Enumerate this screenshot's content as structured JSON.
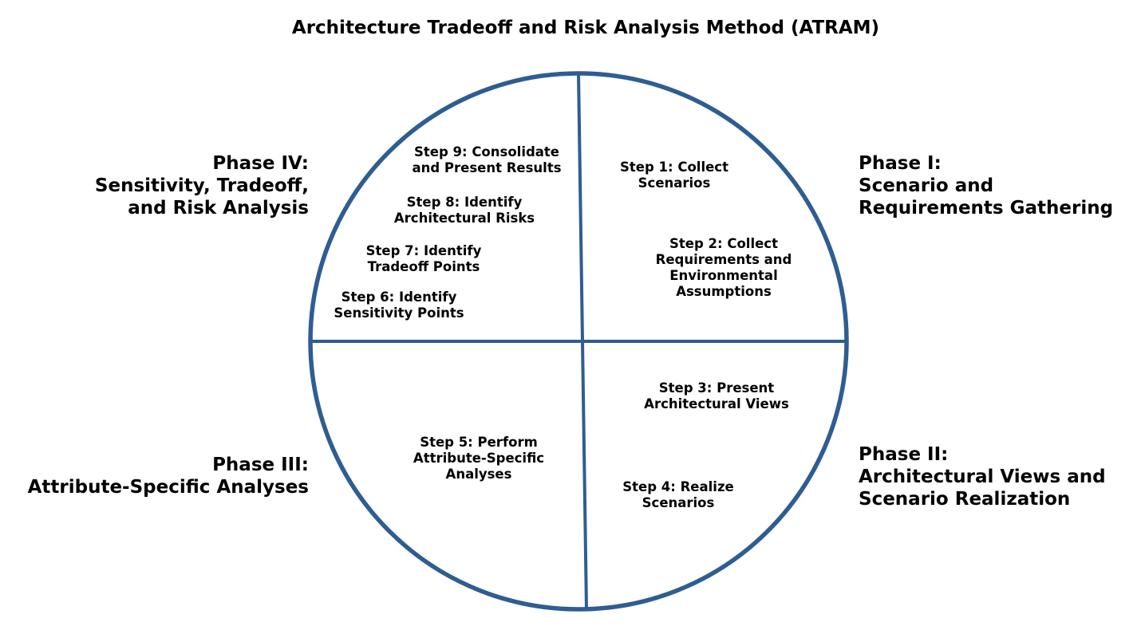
{
  "title": "Architecture Tradeoff and Risk Analysis Method (ATRAM)",
  "colors": {
    "circle_stroke": "#2e5d92",
    "text": "#000000",
    "background": "#ffffff"
  },
  "phases": [
    {
      "id": "phase-1",
      "lines": [
        "Phase I:",
        "Scenario and",
        "Requirements Gathering"
      ]
    },
    {
      "id": "phase-2",
      "lines": [
        "Phase II:",
        "Architectural Views and",
        "Scenario Realization"
      ]
    },
    {
      "id": "phase-3",
      "lines": [
        "Phase III:",
        "Attribute-Specific Analyses"
      ]
    },
    {
      "id": "phase-4",
      "lines": [
        "Phase IV:",
        "Sensitivity, Tradeoff,",
        "and Risk Analysis"
      ]
    }
  ],
  "steps": [
    {
      "id": "step-1",
      "lines": [
        "Step 1: Collect",
        "Scenarios"
      ]
    },
    {
      "id": "step-2",
      "lines": [
        "Step 2: Collect",
        "Requirements and",
        "Environmental",
        "Assumptions"
      ]
    },
    {
      "id": "step-3",
      "lines": [
        "Step 3: Present",
        "Architectural Views"
      ]
    },
    {
      "id": "step-4",
      "lines": [
        "Step 4: Realize",
        "Scenarios"
      ]
    },
    {
      "id": "step-5",
      "lines": [
        "Step 5: Perform",
        "Attribute-Specific",
        "Analyses"
      ]
    },
    {
      "id": "step-6",
      "lines": [
        "Step 6: Identify",
        "Sensitivity Points"
      ]
    },
    {
      "id": "step-7",
      "lines": [
        "Step 7: Identify",
        "Tradeoff Points"
      ]
    },
    {
      "id": "step-8",
      "lines": [
        "Step 8: Identify",
        "Architectural Risks"
      ]
    },
    {
      "id": "step-9",
      "lines": [
        "Step 9: Consolidate",
        "and Present Results"
      ]
    }
  ]
}
